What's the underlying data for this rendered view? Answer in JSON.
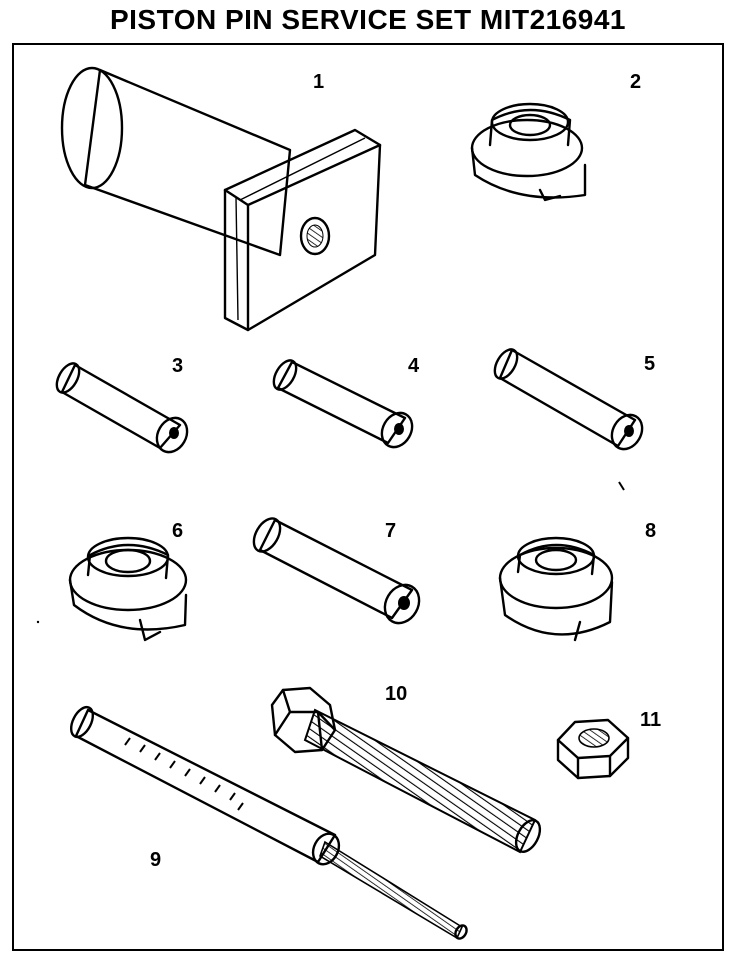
{
  "title": "PISTON PIN SERVICE SET MIT216941",
  "callouts": [
    "1",
    "2",
    "3",
    "4",
    "5",
    "6",
    "7",
    "8",
    "9",
    "10",
    "11"
  ],
  "colors": {
    "ink": "#000000",
    "paper": "#ffffff"
  }
}
